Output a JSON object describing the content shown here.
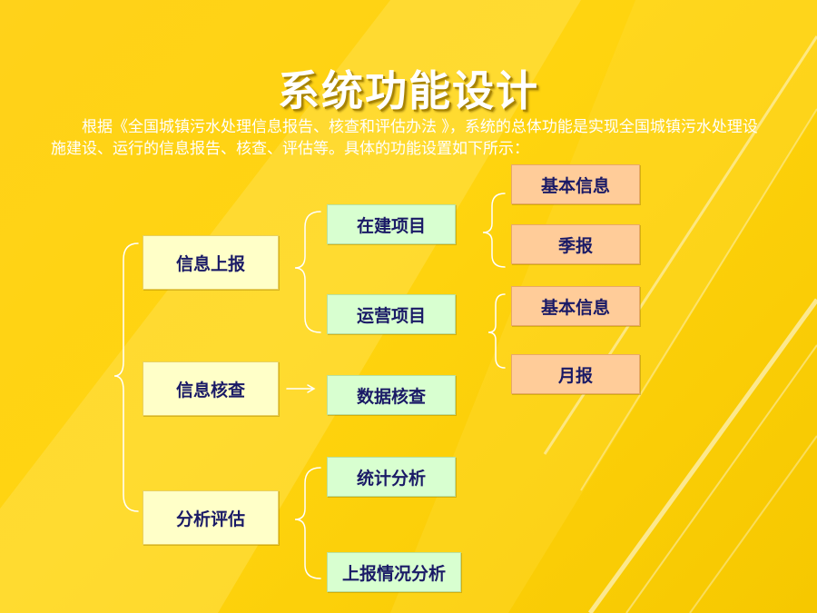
{
  "slide": {
    "title": "系统功能设计",
    "intro": "根据《全国城镇污水处理信息报告、核查和评估办法 》，系统的总体功能是实现全国城镇污水处理设施建设、运行的信息报告、核查、评估等。具体的功能设置如下所示："
  },
  "diagram": {
    "level1": {
      "report": "信息上报",
      "verify": "信息核查",
      "evaluate": "分析评估"
    },
    "level2": {
      "construction": "在建项目",
      "operation": "运营项目",
      "data_check": "数据核查",
      "statistics": "统计分析",
      "report_analysis": "上报情况分析"
    },
    "level3": {
      "construction_basic": "基本信息",
      "construction_quarterly": "季报",
      "operation_basic": "基本信息",
      "operation_monthly": "月报"
    }
  },
  "colors": {
    "background": "#ffd21a",
    "title_text": "#ffffff",
    "node_text": "#1a1a66",
    "level1_fill": "#ffffc8",
    "level2_fill": "#d8ffd0",
    "level3_fill": "#ffcc99",
    "brace_stroke": "#ffffff"
  }
}
